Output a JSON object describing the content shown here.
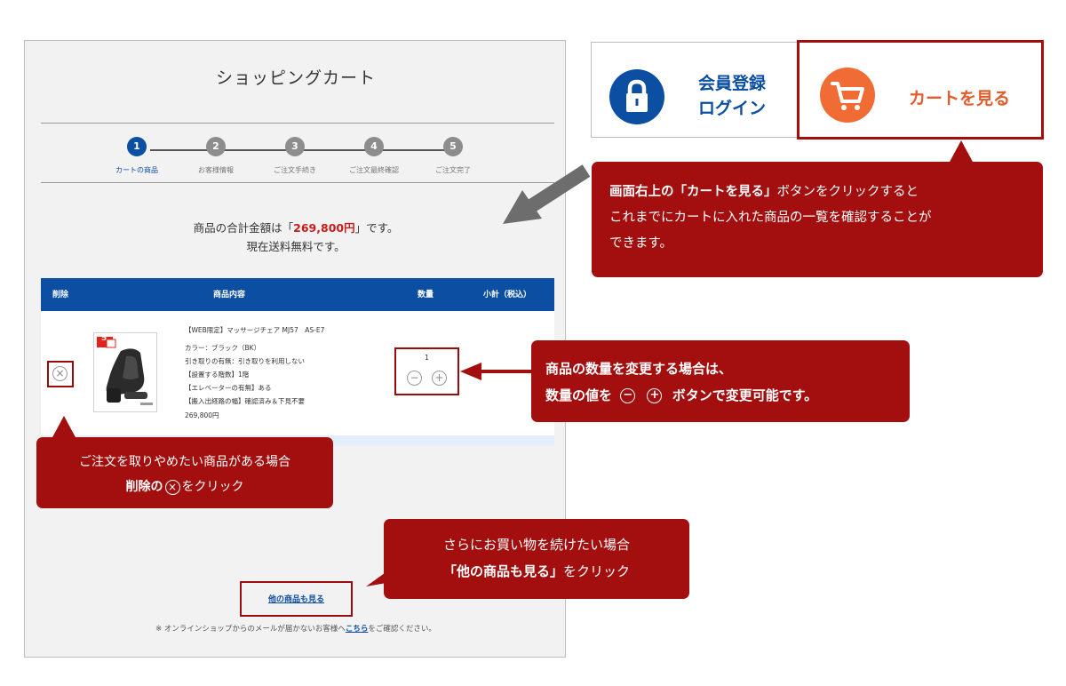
{
  "cart": {
    "title": "ショッピングカート",
    "steps": [
      {
        "number": "1",
        "label": "カートの商品",
        "active": true
      },
      {
        "number": "2",
        "label": "お客様情報",
        "active": false
      },
      {
        "number": "3",
        "label": "ご注文手続き",
        "active": false
      },
      {
        "number": "4",
        "label": "ご注文最終確認",
        "active": false
      },
      {
        "number": "5",
        "label": "ご注文完了",
        "active": false
      }
    ],
    "total": {
      "prefix": "商品の合計金額は「",
      "amount": "269,800円",
      "suffix": "」です。",
      "shipping": "現在送料無料です。"
    },
    "table": {
      "headers": {
        "delete": "削除",
        "content": "商品内容",
        "quantity": "数量",
        "subtotal": "小計（税込）"
      },
      "item": {
        "name": "【WEB限定】マッサージチェア MJ57　AS-E7",
        "details": [
          "カラー：ブラック（BK）",
          "引き取りの有無：引き取りを利用しない",
          "【設置する階数】1階",
          "【エレベーターの有無】ある",
          "【搬入出経路の幅】確認済み＆下見不要"
        ],
        "price": "269,800円",
        "quantity": "1",
        "badge": "5"
      }
    },
    "other_products_link": "他の商品も見る",
    "notice": {
      "before": "※ オンラインショップからのメールが届かないお客様へ",
      "link": "こちら",
      "after": "をご確認ください。"
    }
  },
  "header_mock": {
    "member_line1": "会員登録",
    "member_line2": "ログイン",
    "cart_button": "カートを見る"
  },
  "callouts": {
    "cart_button": {
      "bold": "画面右上の「カートを見る」",
      "rest1": "ボタンをクリックすると",
      "line2": "これまでにカートに入れた商品の一覧を確認することが",
      "line3": "できます。"
    },
    "quantity": {
      "line1": "商品の数量を変更する場合は、",
      "line2_prefix": "数量の値を",
      "line2_suffix": "ボタンで変更可能です。"
    },
    "delete": {
      "line1": "ご注文を取りやめたい商品がある場合",
      "line2_bold": "削除の",
      "line2_rest": "をクリック"
    },
    "continue": {
      "line1": "さらにお買い物を続けたい場合",
      "line2_bold": "「他の商品も見る」",
      "line2_rest": "をクリック"
    }
  },
  "colors": {
    "brand_blue": "#0b4ea2",
    "callout_red": "#a30e0e",
    "price_red": "#cc1b1b",
    "cart_orange": "#f06c34"
  }
}
